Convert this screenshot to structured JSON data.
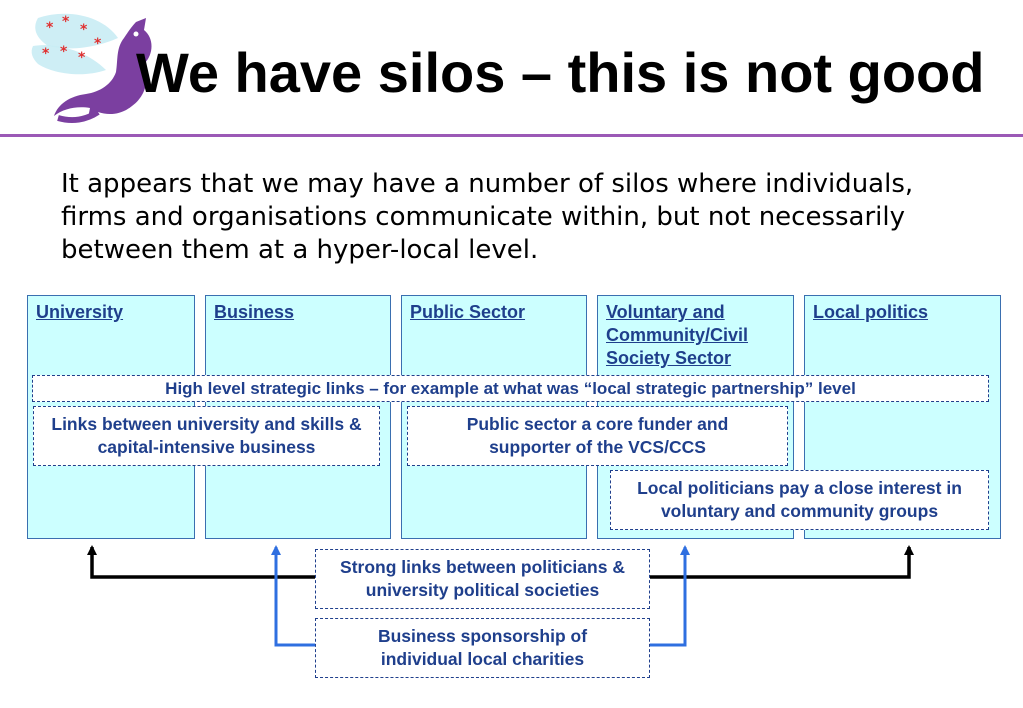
{
  "title": "We have silos – this is not good",
  "intro": "It appears that we may have a number of silos where individuals, firms and organisations communicate within, but not necessarily between them at a hyper-local level.",
  "silos": [
    {
      "label": "University"
    },
    {
      "label": "Business"
    },
    {
      "label": "Public Sector"
    },
    {
      "label": "Voluntary and Community/Civil Society Sector"
    },
    {
      "label": "Local politics"
    }
  ],
  "links": {
    "strategic": "High level strategic links – for example at what was “local strategic partnership” level",
    "university_business": "Links between university and skills & capital-intensive business",
    "public_vcs": "Public sector a core funder and supporter of the VCS/CCS",
    "politicians_voluntary": "Local politicians pay a close interest in voluntary and community groups",
    "politicians_university": "Strong links between politicians & university political societies",
    "business_sponsorship": "Business sponsorship of individual local charities"
  },
  "colors": {
    "silo_fill": "#ccffff",
    "label_text": "#1f3f8c",
    "rule": "#9b59b6",
    "arrow_black": "#000000",
    "arrow_blue": "#2f6fe0"
  }
}
